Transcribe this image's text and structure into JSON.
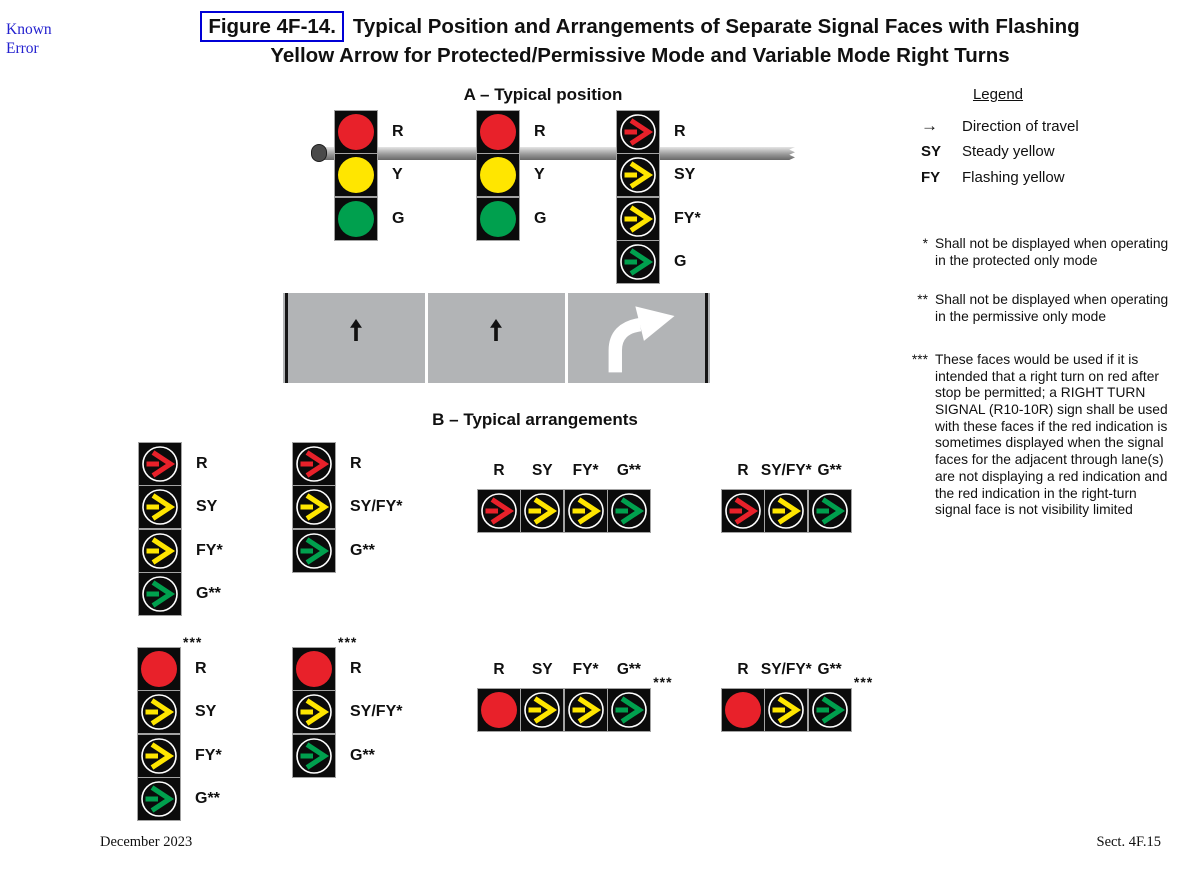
{
  "page": {
    "known_error": {
      "line1": "Known",
      "line2": "Error"
    },
    "figure_label": "Figure 4F-14.",
    "title_line1": "Typical Position and Arrangements of Separate Signal Faces with Flashing",
    "title_line2": "Yellow Arrow for Protected/Permissive Mode and Variable Mode Right Turns",
    "footer_left": "December 2023",
    "footer_right": "Sect. 4F.15"
  },
  "section_a": {
    "title": "A – Typical position"
  },
  "section_b": {
    "title": "B – Typical arrangements"
  },
  "legend": {
    "title": "Legend",
    "items": [
      {
        "symbol": "→",
        "icon": "right-arrow-icon",
        "text": "Direction of travel"
      },
      {
        "symbol": "SY",
        "text": "Steady yellow"
      },
      {
        "symbol": "FY",
        "text": "Flashing yellow"
      }
    ]
  },
  "footnotes": [
    {
      "symbol": "*",
      "text": "Shall not be displayed when operating in the protected only mode"
    },
    {
      "symbol": "**",
      "text": "Shall not be displayed when operating in the permissive only mode"
    },
    {
      "symbol": "***",
      "text": "These faces would be used if it is intended that a right turn on red after stop be permitted; a RIGHT TURN SIGNAL (R10-10R) sign shall be used with these faces if the red indication is sometimes displayed when the signal faces for the adjacent through lane(s) are not displaying a red indication and the red indication in the right-turn signal face is not visibility limited"
    }
  ],
  "signals": {
    "a1": {
      "sections": [
        {
          "kind": "ball",
          "color": "red",
          "label": "R"
        },
        {
          "kind": "ball",
          "color": "yellow",
          "label": "Y"
        },
        {
          "kind": "ball",
          "color": "green",
          "label": "G"
        }
      ]
    },
    "a2": {
      "sections": [
        {
          "kind": "ball",
          "color": "red",
          "label": "R"
        },
        {
          "kind": "ball",
          "color": "yellow",
          "label": "Y"
        },
        {
          "kind": "ball",
          "color": "green",
          "label": "G"
        }
      ]
    },
    "a3": {
      "sections": [
        {
          "kind": "arrow",
          "color": "red",
          "label": "R"
        },
        {
          "kind": "arrow",
          "color": "yellow",
          "label": "SY"
        },
        {
          "kind": "arrow",
          "color": "yellow",
          "label": "FY*"
        },
        {
          "kind": "arrow",
          "color": "green",
          "label": "G"
        }
      ]
    },
    "b1": {
      "sections": [
        {
          "kind": "arrow",
          "color": "red",
          "label": "R"
        },
        {
          "kind": "arrow",
          "color": "yellow",
          "label": "SY"
        },
        {
          "kind": "arrow",
          "color": "yellow",
          "label": "FY*"
        },
        {
          "kind": "arrow",
          "color": "green",
          "label": "G**"
        }
      ]
    },
    "b2": {
      "sections": [
        {
          "kind": "arrow",
          "color": "red",
          "label": "R"
        },
        {
          "kind": "arrow",
          "color": "yellow",
          "label": "SY/FY*"
        },
        {
          "kind": "arrow",
          "color": "green",
          "label": "G**"
        }
      ]
    },
    "b3": {
      "labels": [
        "R",
        "SY",
        "FY*",
        "G**"
      ],
      "sections": [
        {
          "kind": "arrow",
          "color": "red"
        },
        {
          "kind": "arrow",
          "color": "yellow"
        },
        {
          "kind": "arrow",
          "color": "yellow"
        },
        {
          "kind": "arrow",
          "color": "green"
        }
      ]
    },
    "b4": {
      "labels": [
        "R",
        "SY/FY*",
        "G**"
      ],
      "sections": [
        {
          "kind": "arrow",
          "color": "red"
        },
        {
          "kind": "arrow",
          "color": "yellow"
        },
        {
          "kind": "arrow",
          "color": "green"
        }
      ]
    },
    "b5": {
      "star": "***",
      "sections": [
        {
          "kind": "ball",
          "color": "red",
          "label": "R"
        },
        {
          "kind": "arrow",
          "color": "yellow",
          "label": "SY"
        },
        {
          "kind": "arrow",
          "color": "yellow",
          "label": "FY*"
        },
        {
          "kind": "arrow",
          "color": "green",
          "label": "G**"
        }
      ]
    },
    "b6": {
      "star": "***",
      "sections": [
        {
          "kind": "ball",
          "color": "red",
          "label": "R"
        },
        {
          "kind": "arrow",
          "color": "yellow",
          "label": "SY/FY*"
        },
        {
          "kind": "arrow",
          "color": "green",
          "label": "G**"
        }
      ]
    },
    "b7": {
      "star": "***",
      "labels": [
        "R",
        "SY",
        "FY*",
        "G**"
      ],
      "sections": [
        {
          "kind": "ball",
          "color": "red"
        },
        {
          "kind": "arrow",
          "color": "yellow"
        },
        {
          "kind": "arrow",
          "color": "yellow"
        },
        {
          "kind": "arrow",
          "color": "green"
        }
      ]
    },
    "b8": {
      "star": "***",
      "labels": [
        "R",
        "SY/FY*",
        "G**"
      ],
      "sections": [
        {
          "kind": "ball",
          "color": "red"
        },
        {
          "kind": "arrow",
          "color": "yellow"
        },
        {
          "kind": "arrow",
          "color": "green"
        }
      ]
    }
  },
  "colors": {
    "red": "#E8212A",
    "yellow": "#FFE600",
    "green": "#00A04E",
    "road_gray": "#B2B4B6",
    "figure_box_blue": "#0000D6",
    "link_blue": "#2421CF"
  }
}
